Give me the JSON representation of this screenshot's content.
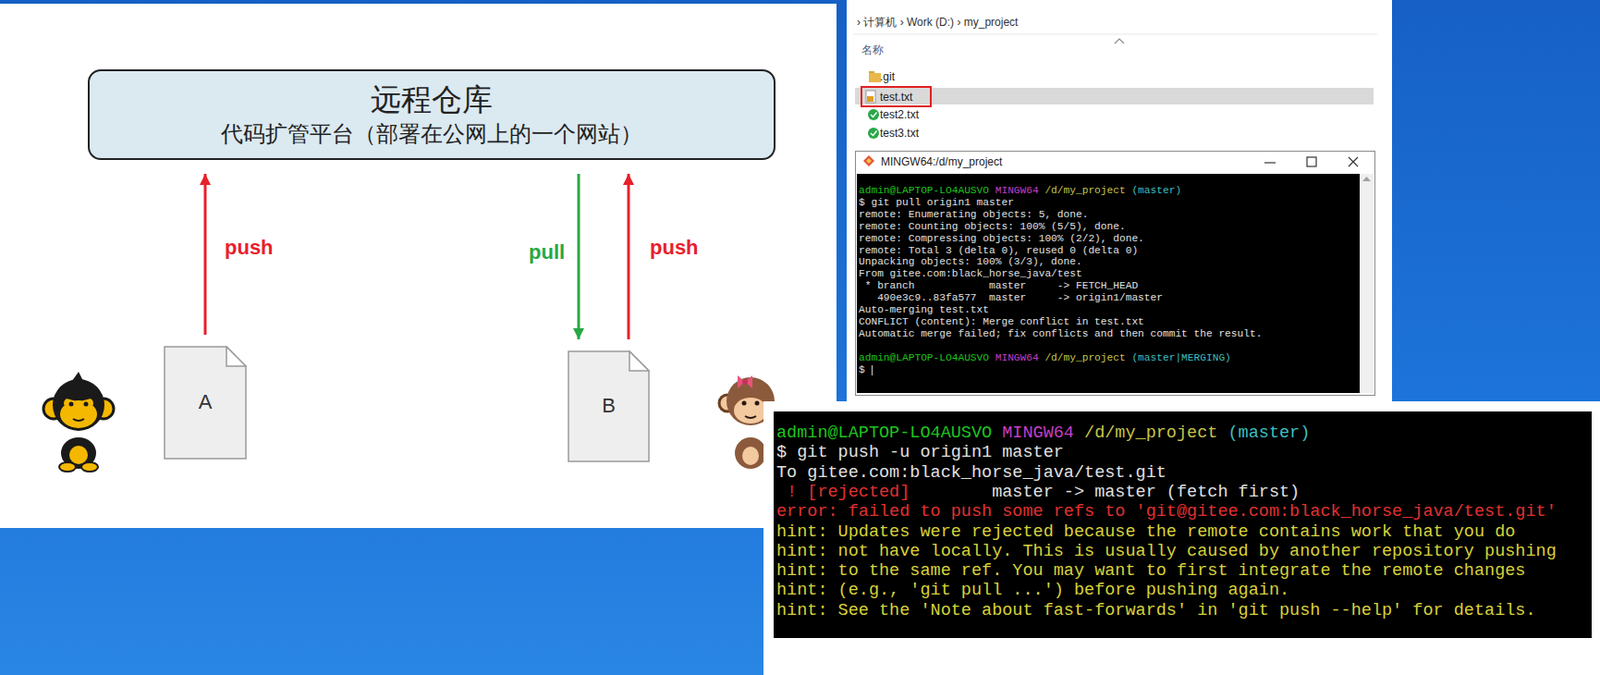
{
  "diagram": {
    "nodes": [
      {
        "text": [
          "远程仓库",
          "代码扩管平台（部署在公网上的一个网站）"
        ]
      },
      {
        "text": [
          "A"
        ]
      },
      {
        "text": [
          "B"
        ]
      },
      {
        "text": [
          "test.txt"
        ]
      }
    ],
    "edges": [
      {
        "from": 1,
        "to": 0,
        "arrow": "to",
        "label": "push"
      },
      {
        "from": 0,
        "to": 2,
        "arrow": "to",
        "label": "pull"
      },
      {
        "from": 2,
        "to": 0,
        "arrow": "to",
        "label": "push"
      }
    ],
    "labels": [
      "› 计算机 › Work (D:) › my_project",
      "名称",
      ".git",
      "test2.txt",
      "test3.txt",
      "MINGW64:/d/my_project",
      "admin@LAPTOP-LO4AUSVO",
      "MINGW64",
      "/d/my_project",
      "(master)",
      "$ git pull origin1 master",
      "remote: Enumerating objects: 5, done.",
      "remote: Counting objects: 100% (5/5), done.",
      "remote: Compressing objects: 100% (2/2), done.",
      "remote: Total 3 (delta 0), reused 0 (delta 0)",
      "Unpacking objects: 100% (3/3), done.",
      "From gitee.com:black_horse_java/test",
      "* branch            master     -> FETCH_HEAD",
      "490e3c9..83fa577  master     -> origin1/master",
      "Auto-merging test.txt",
      "CONFLICT (content): Merge conflict in test.txt",
      "Automatic merge failed; fix conflicts and then commit the result.",
      "admin@LAPTOP-LO4AUSVO",
      "MINGW64",
      "/d/my_project",
      "(master|MERGING)",
      "$",
      "admin@LAPTOP-LO4AUSVO",
      "MINGW64",
      "/d/my_project",
      "(master)",
      "$ git push -u origin1 master",
      "To gitee.com:black_horse_java/test.git",
      "! [rejected]",
      "master -> master (fetch first)",
      "error: failed to push some refs to 'git@gitee.com:black_horse_java/test.git'",
      "hint: Updates were rejected because the remote contains work that you do",
      "hint: not have locally. This is usually caused by another repository pushing",
      "hint: to the same ref. You may want to first integrate the remote changes",
      "hint: (e.g., 'git pull ...') before pushing again.",
      "hint: See the 'Note about fast-forwards' in 'git push --help' for details."
    ]
  }
}
